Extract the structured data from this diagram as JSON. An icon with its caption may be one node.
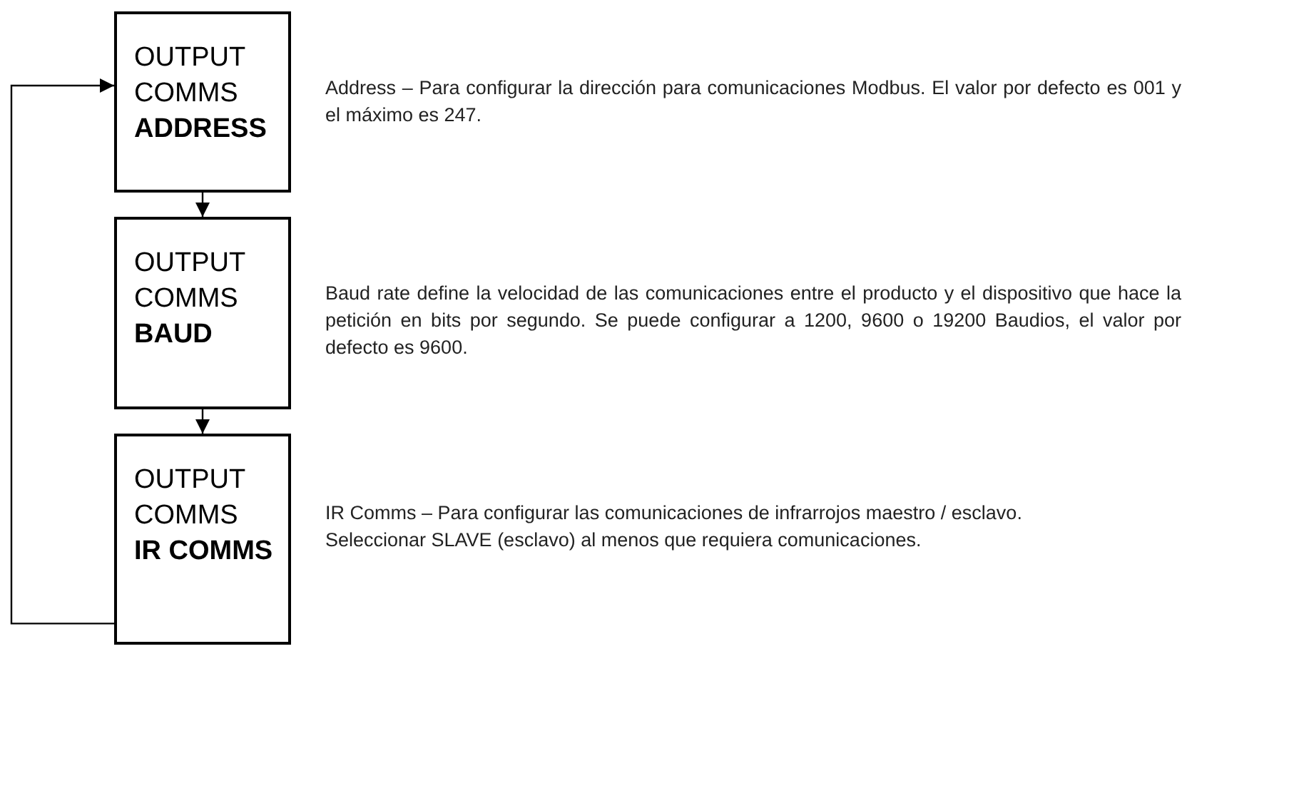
{
  "diagram": {
    "nodes": [
      {
        "text": [
          "OUTPUT COMMS",
          "ADDRESS"
        ],
        "beside": [
          "Address – Para configurar la dirección para comunicaciones Modbus. El valor por defecto es 001 y el máximo es 247."
        ]
      },
      {
        "text": [
          "OUTPUT COMMS",
          "BAUD"
        ],
        "beside": [
          "Baud rate define la velocidad de las comunicaciones entre el producto y el dispositivo que hace la petición en bits por segundo. Se puede configurar a 1200, 9600 o 19200 Baudios, el valor por defecto es 9600."
        ]
      },
      {
        "text": [
          "OUTPUT COMMS",
          "IR COMMS"
        ],
        "beside": [
          "IR Comms – Para configurar las comunicaciones de infrarrojos maestro / esclavo.",
          "Seleccionar SLAVE (esclavo) al menos que requiera comunicaciones."
        ]
      }
    ],
    "edges": [
      {
        "from": 0,
        "to": 1,
        "arrow": "to"
      },
      {
        "from": 1,
        "to": 2,
        "arrow": "to"
      },
      {
        "from": 2,
        "to": 0,
        "arrow": "to"
      }
    ]
  }
}
